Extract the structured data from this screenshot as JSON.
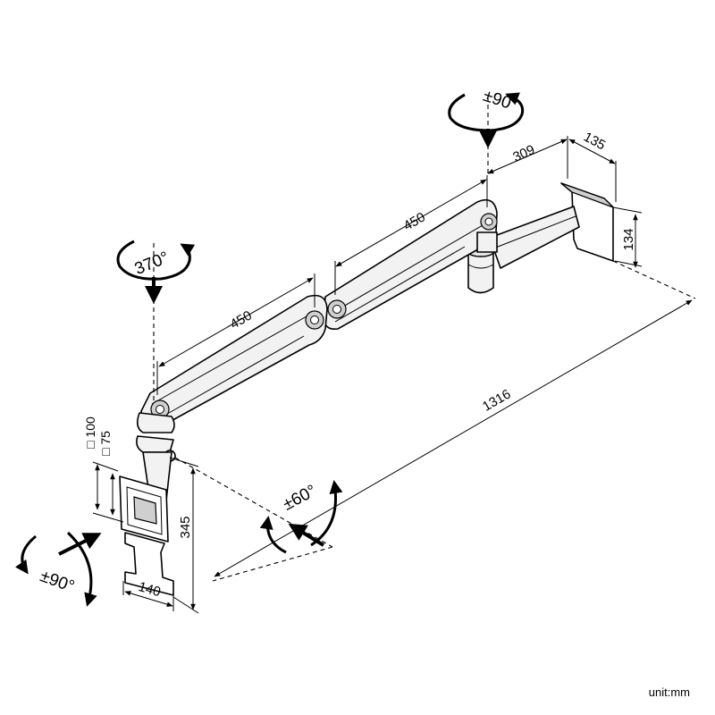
{
  "dimensions": {
    "arm_segment_1": "450",
    "arm_segment_2": "450",
    "wall_offset": "309",
    "wall_plate_depth": "135",
    "wall_plate_height": "134",
    "total_reach": "1316",
    "vesa_large": "□ 100",
    "vesa_small": "□ 75",
    "mount_height": "345",
    "mount_width": "140"
  },
  "rotations": {
    "top_joint": "±90°",
    "elbow_joint": "370°",
    "tilt": "±60°",
    "swivel": "±90°"
  },
  "unit_label": "unit:mm"
}
